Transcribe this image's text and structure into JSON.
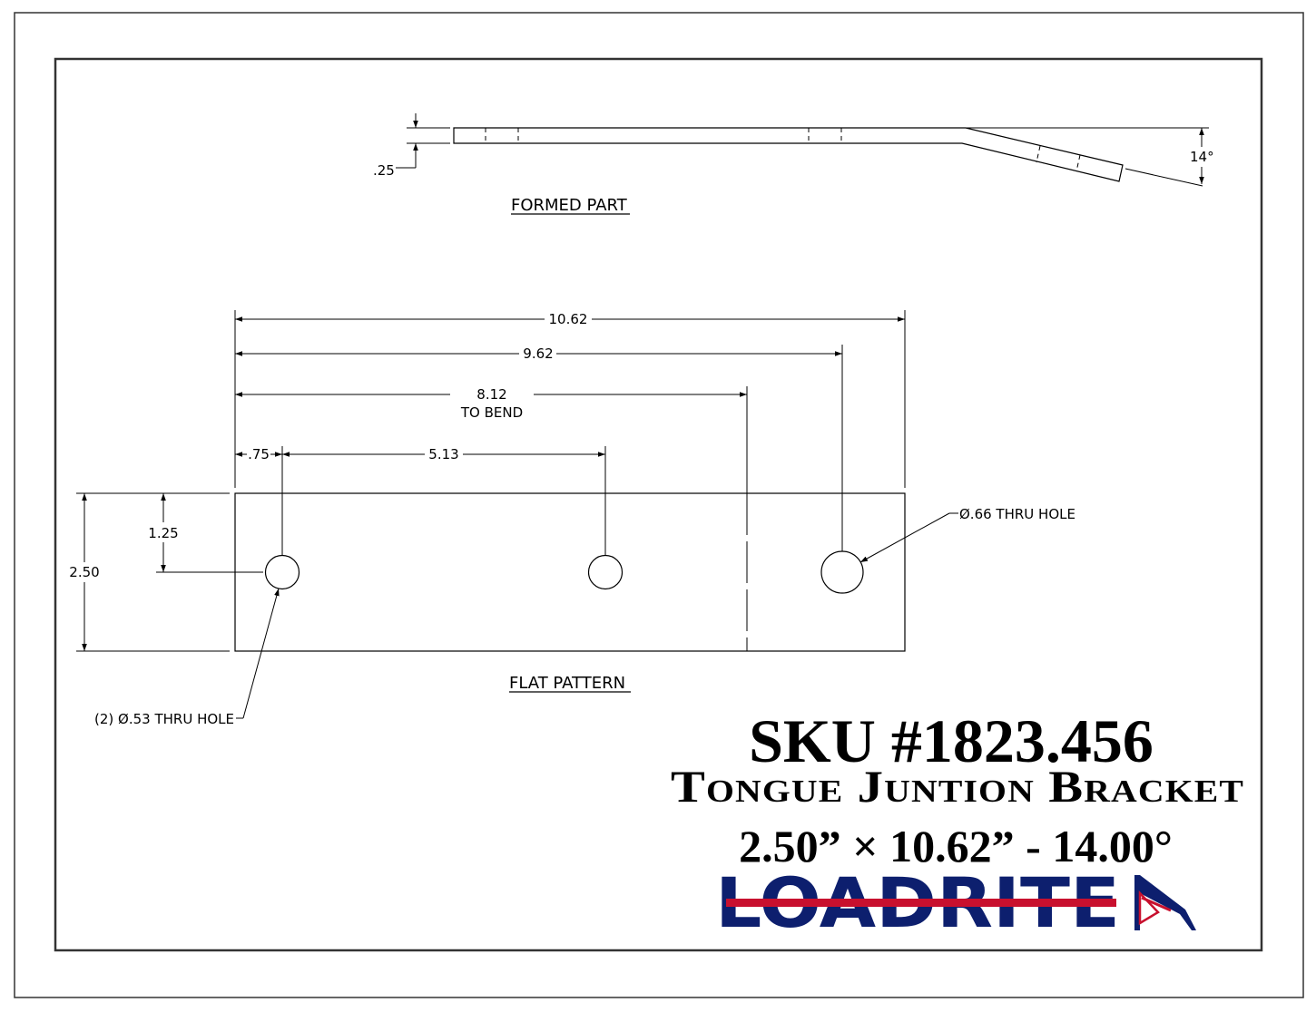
{
  "formed_part": {
    "label": "FORMED PART",
    "thickness": ".25",
    "bend_angle": "14°"
  },
  "flat_pattern": {
    "label": "FLAT PATTERN",
    "overall_length": "10.62",
    "hole3_position": "9.62",
    "bend_position": "8.12",
    "bend_note": "TO BEND",
    "hole1_position": ".75",
    "hole1_to_hole2": "5.13",
    "width": "2.50",
    "hole_center_height": "1.25",
    "large_hole_callout": "Ø.66 THRU HOLE",
    "small_hole_callout": "(2) Ø.53 THRU HOLE"
  },
  "title_block": {
    "sku": "SKU #1823.456",
    "name": "Tongue Juntion Bracket",
    "dimensions": "2.50” × 10.62” - 14.00°"
  },
  "logo": {
    "text": "LOADRITE",
    "colors": {
      "blue": "#0d1f6e",
      "red": "#c8102e"
    }
  }
}
